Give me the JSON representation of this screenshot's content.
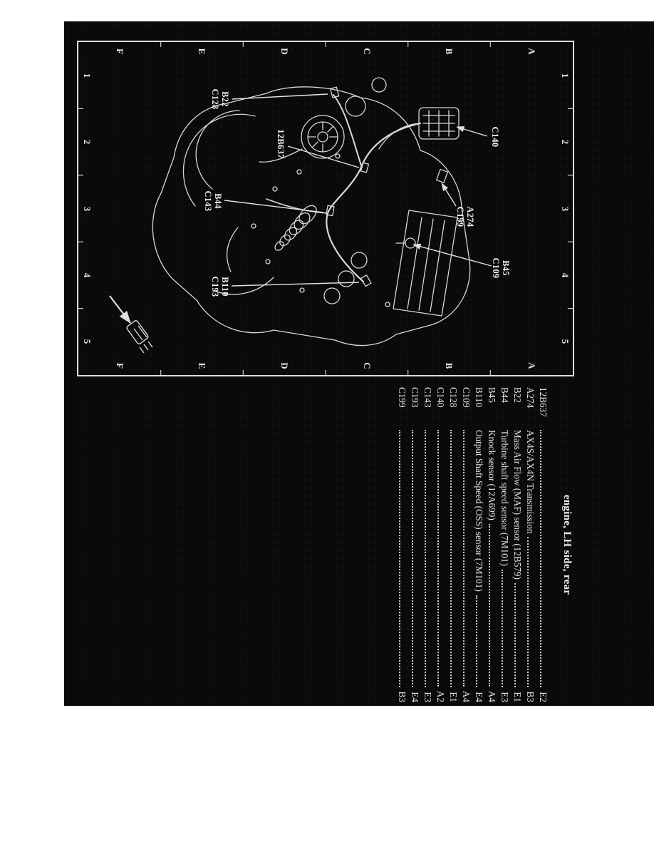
{
  "colors": {
    "page_bg": "#ffffff",
    "scan_bg": "#0a0a0a",
    "ink": "#e6e6e6"
  },
  "page": {
    "title": "engine, LH side, rear"
  },
  "figure": {
    "grid": {
      "letters": [
        "A",
        "B",
        "C",
        "D",
        "E",
        "F"
      ],
      "numbers": [
        "1",
        "2",
        "3",
        "4",
        "5"
      ]
    },
    "callouts": [
      {
        "lines": [
          "B22",
          "C128"
        ]
      },
      {
        "lines": [
          "12B637"
        ]
      },
      {
        "lines": [
          "B44",
          "C143"
        ]
      },
      {
        "lines": [
          "C140"
        ]
      },
      {
        "lines": [
          "A274",
          "C199"
        ]
      },
      {
        "lines": [
          "B45",
          "C109"
        ]
      },
      {
        "lines": [
          "B110",
          "C193"
        ]
      }
    ]
  },
  "legend": {
    "rows": [
      {
        "code": "12B637",
        "desc": "",
        "ref": "E2"
      },
      {
        "code": "A274",
        "desc": "AX4S/AX4N Transmission",
        "ref": "B3"
      },
      {
        "code": "B22",
        "desc": "Mass Air Flow (MAF) sensor (12B579)",
        "ref": "E1"
      },
      {
        "code": "B44",
        "desc": "Turbine shaft speed sensor (7M101)",
        "ref": "E3"
      },
      {
        "code": "B45",
        "desc": "Knock sensor (12A699)",
        "ref": "A4"
      },
      {
        "code": "B110",
        "desc": "Output Shaft Speed (OSS) sensor (7M101)",
        "ref": "E4"
      },
      {
        "code": "C109",
        "desc": "",
        "ref": "A4"
      },
      {
        "code": "C128",
        "desc": "",
        "ref": "E1"
      },
      {
        "code": "C140",
        "desc": "",
        "ref": "A2"
      },
      {
        "code": "C143",
        "desc": "",
        "ref": "E3"
      },
      {
        "code": "C193",
        "desc": "",
        "ref": "E4"
      },
      {
        "code": "C199",
        "desc": "",
        "ref": "B3"
      }
    ]
  }
}
